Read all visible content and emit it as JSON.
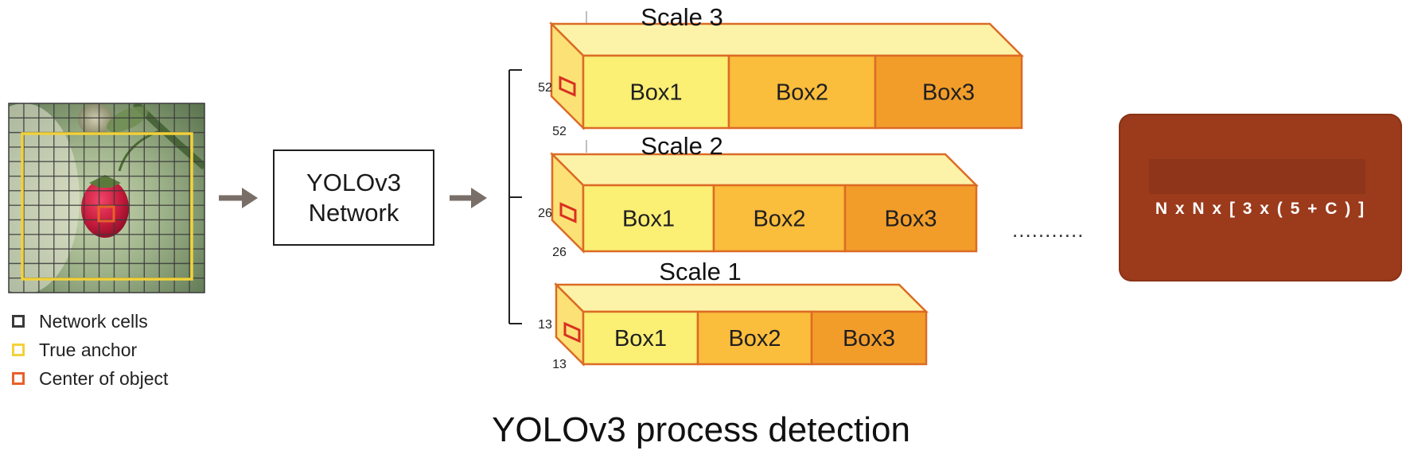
{
  "caption": "YOLOv3 process detection",
  "legend": [
    {
      "label": "Network cells",
      "color": "#3a3a3a"
    },
    {
      "label": "True anchor",
      "color": "#f2d23a"
    },
    {
      "label": "Center of object",
      "color": "#e8602a"
    }
  ],
  "network": {
    "line1": "YOLOv3",
    "line2": "Network"
  },
  "scales": [
    {
      "title": "Scale 3",
      "size_side": "52",
      "size_bottom": "52",
      "boxes": [
        "Box1",
        "Box2",
        "Box3"
      ]
    },
    {
      "title": "Scale 2",
      "size_side": "26",
      "size_bottom": "26",
      "boxes": [
        "Box1",
        "Box2",
        "Box3"
      ]
    },
    {
      "title": "Scale 1",
      "size_side": "13",
      "size_bottom": "13",
      "boxes": [
        "Box1",
        "Box2",
        "Box3"
      ]
    }
  ],
  "ellipsis": "...........",
  "output": {
    "formula": "N x N x [ 3 x ( 5 + C ) ]"
  },
  "colors": {
    "box1": "#fbef74",
    "box2": "#fbbd3c",
    "box3": "#f29d2a",
    "tensor_top": "#fdf3a8",
    "tensor_side": "#fbe176",
    "tensor_border": "#dc6b25",
    "arrow": "#7a6f68",
    "output_bg": "#9b3b1c"
  }
}
